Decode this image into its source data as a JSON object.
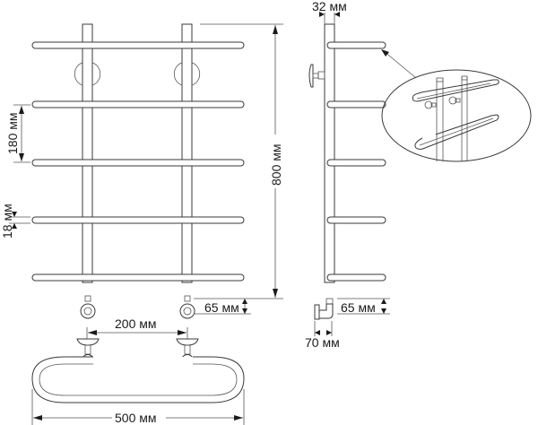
{
  "diagram": {
    "subject": "Heated towel rail technical drawing",
    "views": [
      "front-view",
      "side-view",
      "top-view",
      "detail-callout"
    ],
    "dimensions": {
      "rung_spacing": "180 мм",
      "rung_diameter": "18 мм",
      "total_height": "800 мм",
      "riser_diameter": "32 мм",
      "connector_height_front": "65 мм",
      "connector_height_side": "65 мм",
      "wall_offset": "70 мм",
      "center_distance": "200 мм",
      "total_width": "500 мм"
    },
    "colors": {
      "line": "#3a3a3a",
      "text": "#1a1a1a",
      "background": "#ffffff"
    }
  }
}
